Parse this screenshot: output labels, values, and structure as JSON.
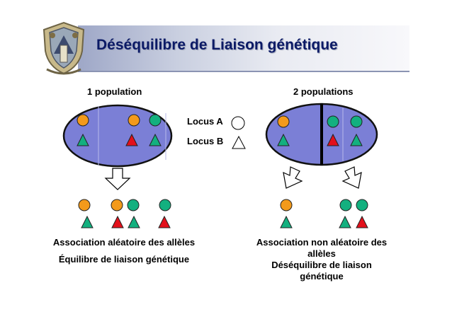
{
  "title": "Déséquilibre de Liaison génétique",
  "left": {
    "heading": "1 population",
    "caption_line1": "Association aléatoire des allèles",
    "caption_line2": "Équilibre de liaison génétique"
  },
  "right": {
    "heading": "2 populations",
    "caption_line1": "Association non aléatoire des",
    "caption_line2": "allèles",
    "caption_line3": "Déséquilibre de liaison",
    "caption_line4": "génétique"
  },
  "legend": {
    "locus_a": "Locus A",
    "locus_b": "Locus B"
  },
  "colors": {
    "ellipse_fill": "#7b7fd6",
    "orange": "#f39a1b",
    "green": "#13b07f",
    "red": "#e3101b",
    "title": "#0b1a66"
  }
}
